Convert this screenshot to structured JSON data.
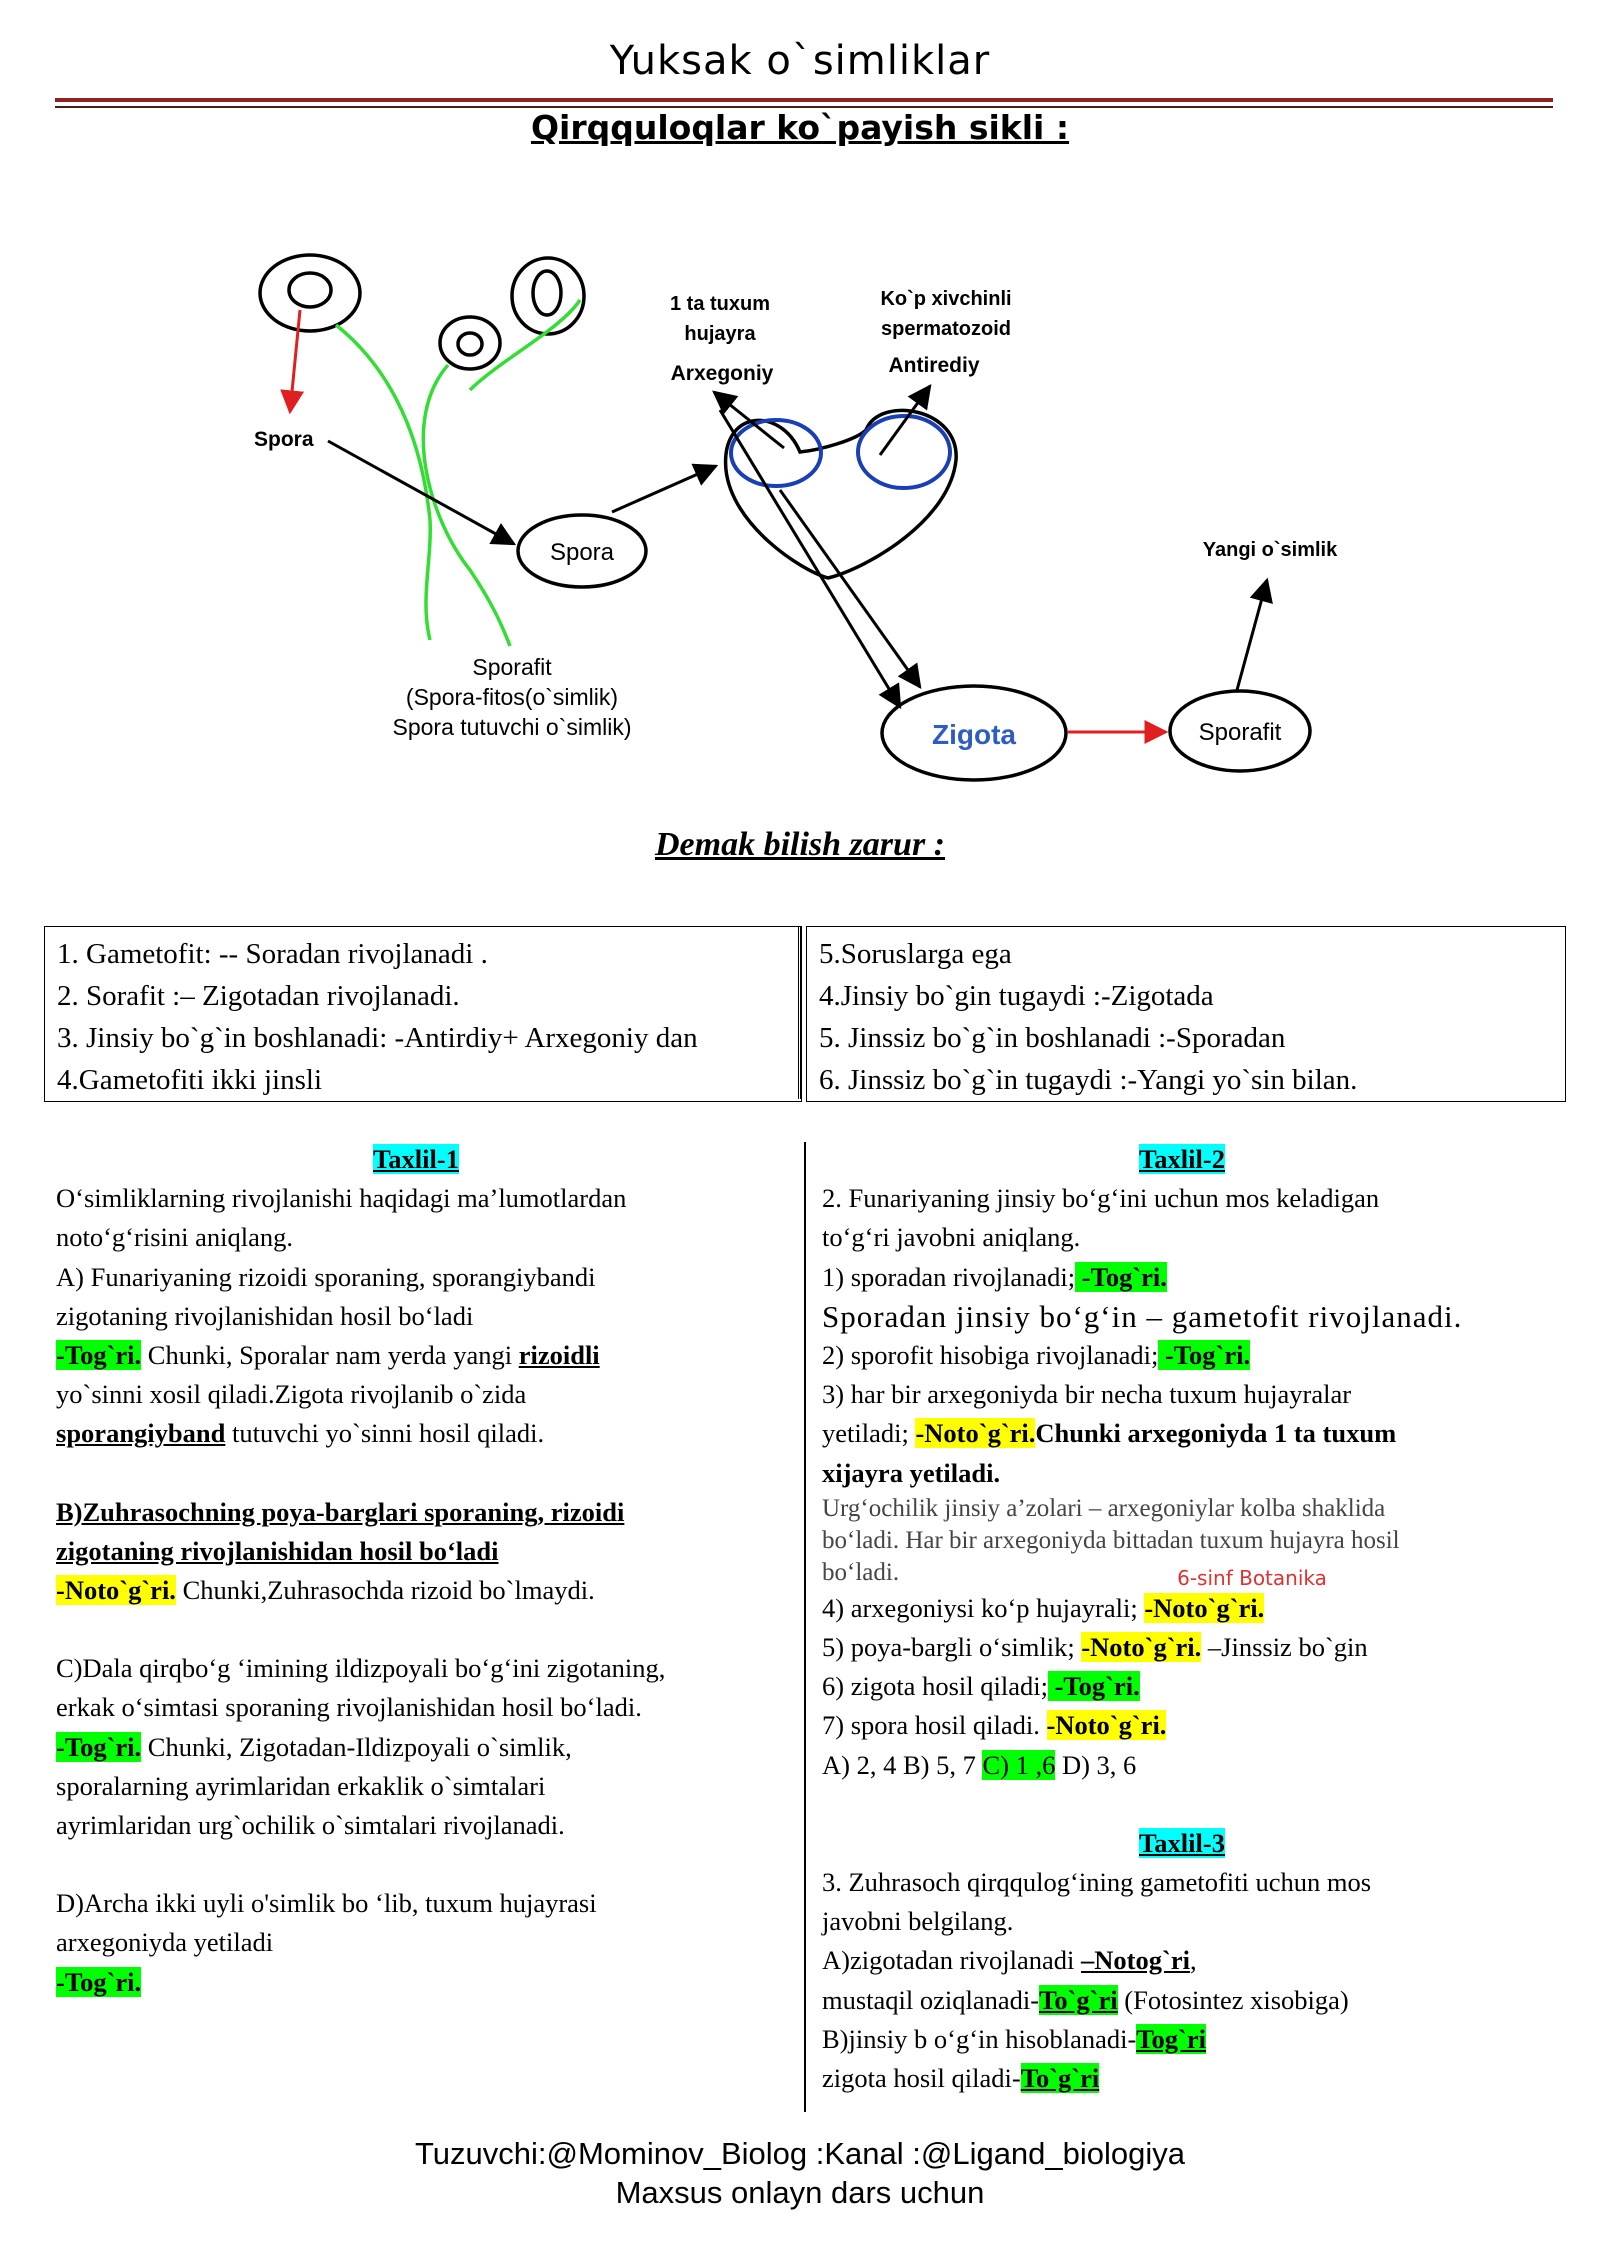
{
  "header": {
    "title": "Yuksak o`simliklar",
    "subtitle": "Qirqquloqlar ko`payish sikli :"
  },
  "diagram": {
    "labels": {
      "spora_left": "Spora",
      "spora_node": "Spora",
      "sporafit_caption_1": "Sporafit",
      "sporafit_caption_2": "(Spora-fitos(o`simlik)",
      "sporafit_caption_3": "Spora tutuvchi o`simlik)",
      "egg_1": "1 ta tuxum",
      "egg_2": "hujayra",
      "arxegoniy": "Arxegoniy",
      "sperm_1": "Ko`p xivchinli",
      "sperm_2": "spermatozoid",
      "antirediy": "Antirediy",
      "zigota": "Zigota",
      "sporafit_node": "Sporafit",
      "yangi_osimlik": "Yangi o`simlik"
    },
    "colors": {
      "red_arrow": "#e02020",
      "green_stem": "#33dd33",
      "blue_ring": "#1a3fb5",
      "zigota_text": "#2e5bc4"
    }
  },
  "know": {
    "heading": "Demak bilish zarur :",
    "left": [
      "1. Gametofit: --  Soradan rivojlanadi .",
      "2. Sorafit :– Zigotadan rivojlanadi.",
      "3. Jinsiy bo`g`in boshlanadi: -Antirdiy+ Arxegoniy  dan",
      "4.Gametofiti  ikki jinsli"
    ],
    "right": [
      "5.Soruslarga ega",
      "4.Jinsiy bo`gin tugaydi :-Zigotada",
      "5. Jinssiz bo`g`in boshlanadi :-Sporadan",
      "6. Jinssiz bo`g`in tugaydi :-Yangi yo`sin bilan."
    ]
  },
  "taxlil1": {
    "title": "Taxlil-1",
    "q1": "O‘simliklarning rivojlanishi  haqidagi  ma’lumotlardan",
    "q2": "noto‘g‘risini aniqlang.",
    "a1": "A) Funariyaning rizoidi sporaning,  sporangiybandi",
    "a2": "zigotaning rivojlanishidan  hosil  bo‘ladi",
    "a_mark": "-Tog`ri.",
    "a3_pre": " Chunki, Sporalar nam yerda yangi ",
    "a3_word": "rizoidli",
    "a4": "yo`sinni xosil qiladi.Zigota rivojlanib o`zida",
    "a5_word": "sporangiyband",
    "a5_post": " tutuvchi yo`sinni hosil qiladi.",
    "b1": "B)Zuhrasochning poya-barglari sporaning,  rizoidi",
    "b2": "zigotaning rivojlanishidan hosil  bo‘ladi",
    "b_mark": "-Noto`g`ri.",
    "b3": " Chunki,Zuhrasochda rizoid bo`lmaydi.",
    "c1": "C)Dala qirqbo‘g ‘imining ildizpoyali  bo‘g‘ini zigotaning,",
    "c2": "erkak  o‘simtasi sporaning  rivojlanishidan hosil bo‘ladi.",
    "c_mark": "-Tog`ri.",
    "c3": " Chunki, Zigotadan-Ildizpoyali o`simlik,",
    "c4": "sporalarning ayrimlaridan erkaklik o`simtalari",
    "c5": "ayrimlaridan urg`ochilik o`simtalari rivojlanadi.",
    "d1": "D)Archa ikki  uyli o'simlik bo ‘lib,  tuxum  hujayrasi",
    "d2": "arxegoniyda yetiladi",
    "d_mark": "-Tog`ri."
  },
  "taxlil2": {
    "title": "Taxlil-2",
    "q1": "2.  Funariyaning jinsiy bo‘g‘ini uchun mos  keladigan",
    "q2": "to‘g‘ri javobni aniqlang.",
    "o1": "1)  sporadan rivojlanadi;",
    "o1_mark": " -Tog`ri.",
    "o1_note": " Sporadan  jinsiy  bo‘g‘in  –  gametofit  rivojlanadi.",
    "o2": "2)  sporofit hisobiga  rivojlanadi;",
    "o2_mark": " -Tog`ri.",
    "o3a": "3)  har bir arxegoniyda bir necha  tuxum hujayralar",
    "o3b": "yetiladi;  ",
    "o3_mark": "-Noto`g`ri.",
    "o3_post": "Chunki arxegoniyda 1 ta tuxum",
    "o3c": "xijayra yetiladi.",
    "quote1": "   Urg‘ochilik jinsiy a’zolari – arxegoniylar kolba shaklida",
    "quote2": "bo‘ladi. Har bir arxegoniyda bittadan tuxum hujayra hosil",
    "quote3": "bo‘ladi.",
    "quote_note": "6-sinf Botanika",
    "o4": "4)  arxegoniysi ko‘p  hujayrali;  ",
    "o4_mark": "-Noto`g`ri.",
    "o5": "5)  poya-bargli o‘simlik; ",
    "o5_mark": "-Noto`g`ri.",
    "o5_post": " –Jinssiz bo`gin",
    "o6": "6)  zigota hosil  qiladi;",
    "o6_mark": " -Tog`ri.",
    "o7": "7)  spora hosil qiladi. ",
    "o7_mark": "-Noto`g`ri.",
    "ans_a": "A)  2,  4  B)  5,  7  ",
    "ans_c": "C)  1 ,6",
    "ans_d": "  D)  3,  6"
  },
  "taxlil3": {
    "title": "Taxlil-3",
    "q1": "3. Zuhrasoch qirqqulog‘ining gametofiti uchun mos",
    "q2": "javobni belgilang.",
    "a1": "A)zigotadan rivojlanadi ",
    "a1_mark": "–Notog`ri",
    "a1_post": ",",
    "a2": "mustaqil oziqlanadi-",
    "a2_mark": "To`g`ri",
    "a2_post": " (Fotosintez xisobiga)",
    "b1": "B)jinsiy  b o‘g‘in  hisoblanadi-",
    "b1_mark": "Tog`ri",
    "b2": "zigota hosil qiladi-",
    "b2_mark": "To`g`ri"
  },
  "footer": {
    "line1": "Tuzuvchi:@Mominov_Biolog :Kanal :@Ligand_biologiya",
    "line2": "Maxsus onlayn dars uchun"
  }
}
